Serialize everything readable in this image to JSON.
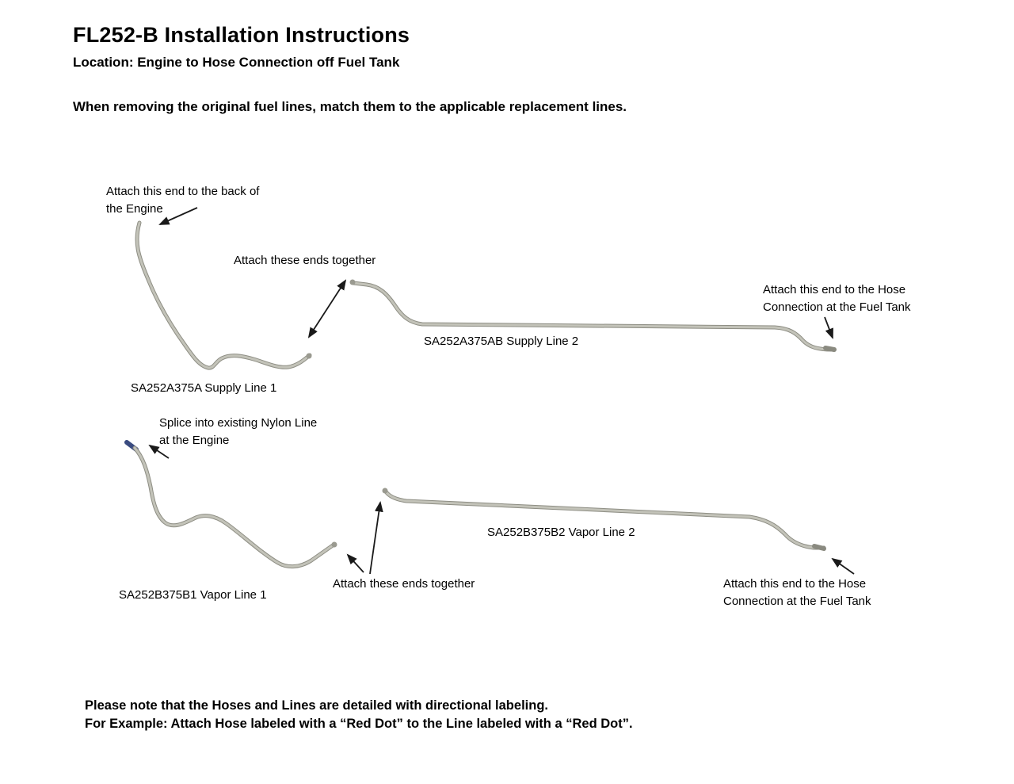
{
  "header": {
    "title": "FL252-B Installation Instructions",
    "location": "Location: Engine to Hose Connection off Fuel Tank",
    "intro": "When removing the original fuel lines, match them to the applicable replacement lines."
  },
  "diagram": {
    "annotations": {
      "engine_back": "Attach this end to the back of\nthe Engine",
      "ends_together_supply": "Attach these ends together",
      "fuel_tank_supply": "Attach this end to the Hose\nConnection at the Fuel Tank",
      "splice_nylon": "Splice into existing Nylon Line\nat the Engine",
      "ends_together_vapor": "Attach these ends together",
      "fuel_tank_vapor": "Attach this end to the Hose\nConnection at the Fuel Tank"
    },
    "part_labels": {
      "supply_line_1": "SA252A375A Supply Line 1",
      "supply_line_2": "SA252A375AB Supply Line 2",
      "vapor_line_1": "SA252B375B1 Vapor Line 1",
      "vapor_line_2": "SA252B375B2 Vapor Line 2"
    },
    "colors": {
      "tube": "#b7b7ad",
      "tube_shadow": "#8e8e84",
      "tube_highlight": "#c3c3b9",
      "blue_fitting": "#3a4b80",
      "arrow": "#1a1a1a",
      "background": "#ffffff",
      "text": "#000000"
    }
  },
  "footer": {
    "note1": "Please note that the Hoses and Lines are detailed with directional labeling.",
    "note2": "For Example: Attach Hose labeled with a “Red Dot” to the Line labeled with a “Red Dot”."
  }
}
